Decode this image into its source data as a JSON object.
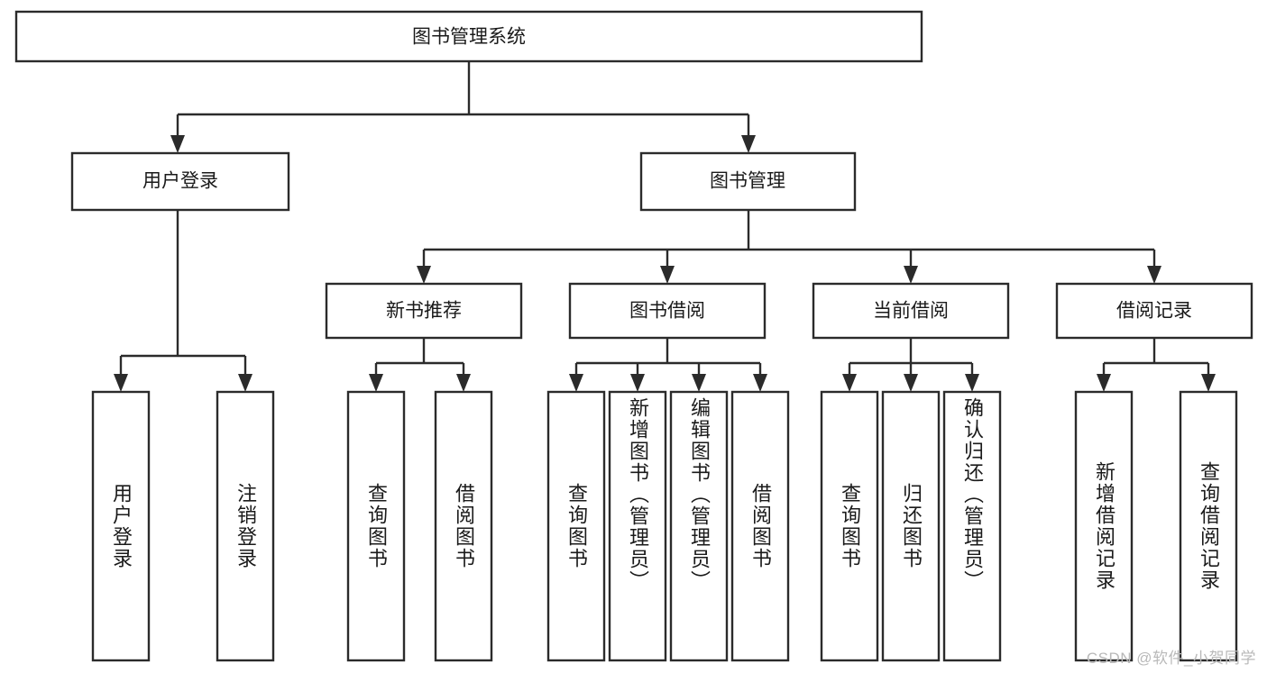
{
  "diagram": {
    "title": "图书管理系统",
    "type": "tree-hierarchy-chart",
    "watermark": "CSDN @软件_小贺同学",
    "colors": {
      "box_stroke": "#2b2b2b",
      "box_fill": "#ffffff",
      "text": "#1a1a1a",
      "background": "#ffffff",
      "watermark": "#b9b9b9"
    },
    "root": {
      "label": "图书管理系统"
    },
    "level2": [
      {
        "label": "用户登录"
      },
      {
        "label": "图书管理"
      }
    ],
    "level3": [
      {
        "label": "新书推荐"
      },
      {
        "label": "图书借阅"
      },
      {
        "label": "当前借阅"
      },
      {
        "label": "借阅记录"
      }
    ],
    "leaves": {
      "user_login": [
        {
          "label": "用户登录"
        },
        {
          "label": "注销登录"
        }
      ],
      "new_book_recommend": [
        {
          "label": "查询图书"
        },
        {
          "label": "借阅图书"
        }
      ],
      "book_borrow": [
        {
          "label": "查询图书"
        },
        {
          "label": "新增图书（管理员）"
        },
        {
          "label": "编辑图书（管理员）"
        },
        {
          "label": "借阅图书"
        }
      ],
      "current_borrow": [
        {
          "label": "查询图书"
        },
        {
          "label": "归还图书"
        },
        {
          "label": "确认归还（管理员）"
        }
      ],
      "borrow_record": [
        {
          "label": "新增借阅记录"
        },
        {
          "label": "查询借阅记录"
        }
      ]
    }
  }
}
